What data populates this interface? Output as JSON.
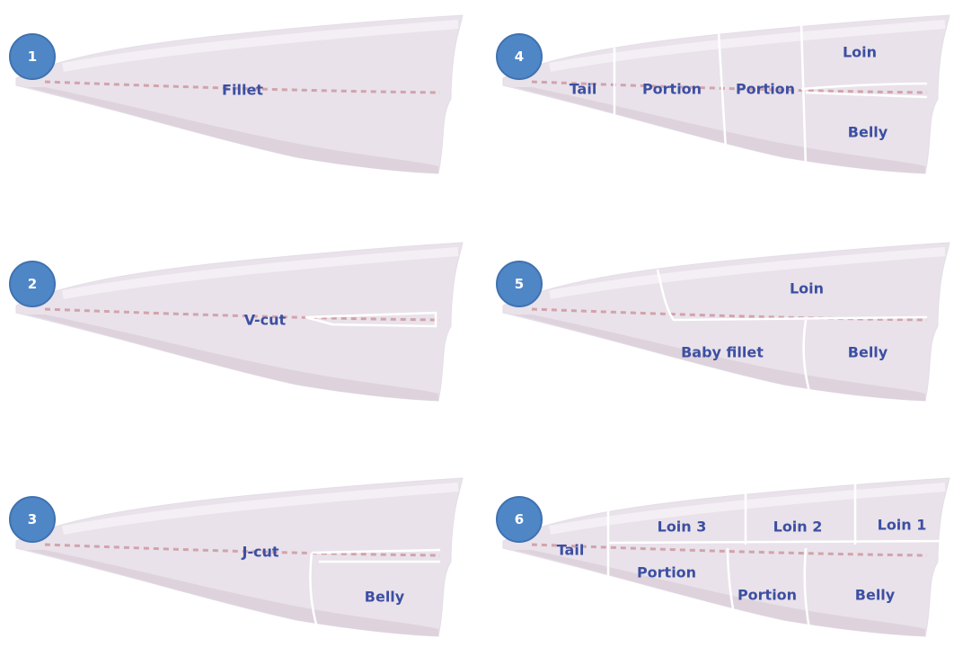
{
  "colors": {
    "flesh": "#e9e2ea",
    "flesh_shadow": "#d8cdd6",
    "stripe": "#c98e96",
    "cut_line": "#ffffff",
    "badge": "#4f86c6",
    "label": "#3c4fa2"
  },
  "panels": [
    {
      "number": "1",
      "labels": [
        "Fillet"
      ]
    },
    {
      "number": "2",
      "labels": [
        "V-cut"
      ]
    },
    {
      "number": "3",
      "labels": [
        "J-cut",
        "Belly"
      ]
    },
    {
      "number": "4",
      "labels": [
        "Tail",
        "Portion",
        "Portion",
        "Loin",
        "Belly"
      ]
    },
    {
      "number": "5",
      "labels": [
        "Loin",
        "Baby fillet",
        "Belly"
      ]
    },
    {
      "number": "6",
      "labels": [
        "Tail",
        "Loin 3",
        "Loin 2",
        "Loin 1",
        "Portion",
        "Portion",
        "Belly"
      ]
    }
  ]
}
